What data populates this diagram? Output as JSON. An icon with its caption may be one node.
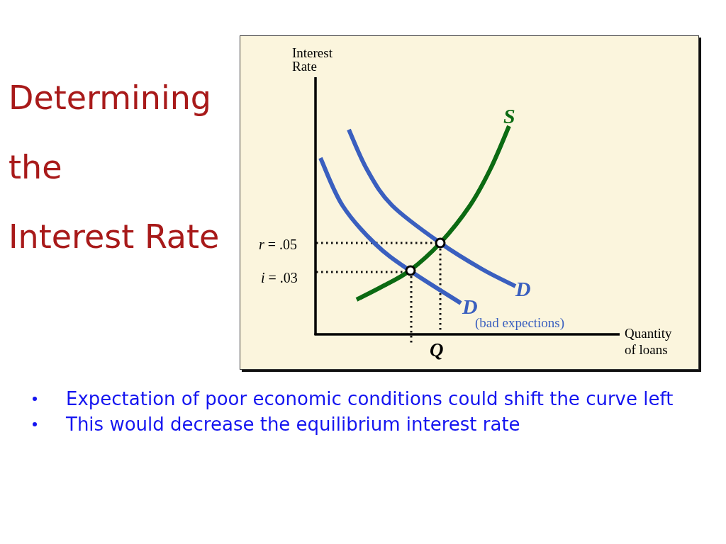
{
  "diagram": {
    "title": "Determining the Interest Rate",
    "labels": [
      "Interest Rate",
      "S",
      "*r* = .05",
      "*i* = .03",
      "D",
      "D",
      "(bad expections)",
      "Quantity of loans",
      "Q",
      "Expectation of poor economic conditions could shift the curve left",
      "This would decrease the equilibrium interest rate"
    ]
  }
}
